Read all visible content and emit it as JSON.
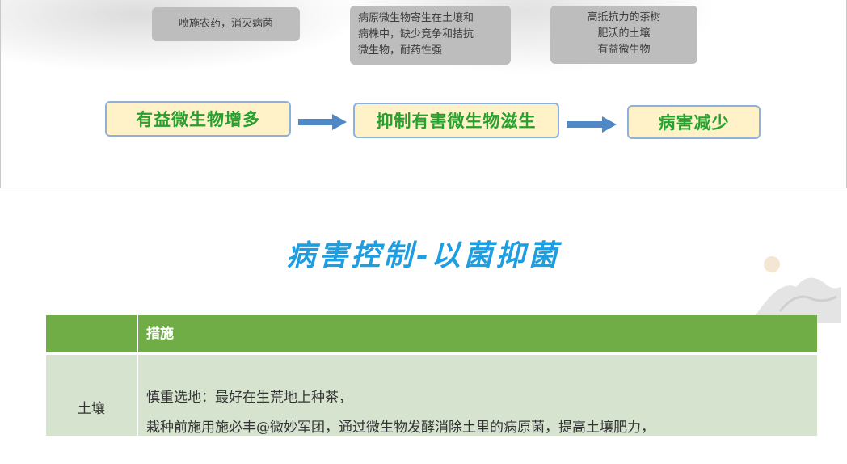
{
  "top_diagram": {
    "causes": [
      "喷施农药，消灭病菌",
      "病原微生物寄生在土壤和病株中，缺少竞争和拮抗微生物，耐药性强",
      "高抵抗力的茶树肥沃的土壤有益微生物"
    ],
    "cause2_lines": [
      "病原微生物寄生在土壤和",
      "病株中，缺少竞争和拮抗",
      "微生物，耐药性强"
    ],
    "cause3_lines": [
      "高抵抗力的茶树",
      "肥沃的土壤",
      "有益微生物"
    ],
    "flow": [
      "有益微生物增多",
      "抑制有害微生物滋生",
      "病害减少"
    ],
    "arrow_color": "#4f88c6"
  },
  "section_title": "病害控制-以菌抑菌",
  "table": {
    "header": [
      "",
      "措施"
    ],
    "rows": [
      {
        "label": "土壤",
        "lines": [
          "慎重选地：最好在生荒地上种茶，",
          "栽种前施用施必丰@微妙军团，通过微生物发酵消除土里的病原菌，提高土壤肥力，"
        ]
      }
    ],
    "colors": {
      "header_bg": "#70ad47",
      "row_bg": "#d6e3cf"
    }
  }
}
